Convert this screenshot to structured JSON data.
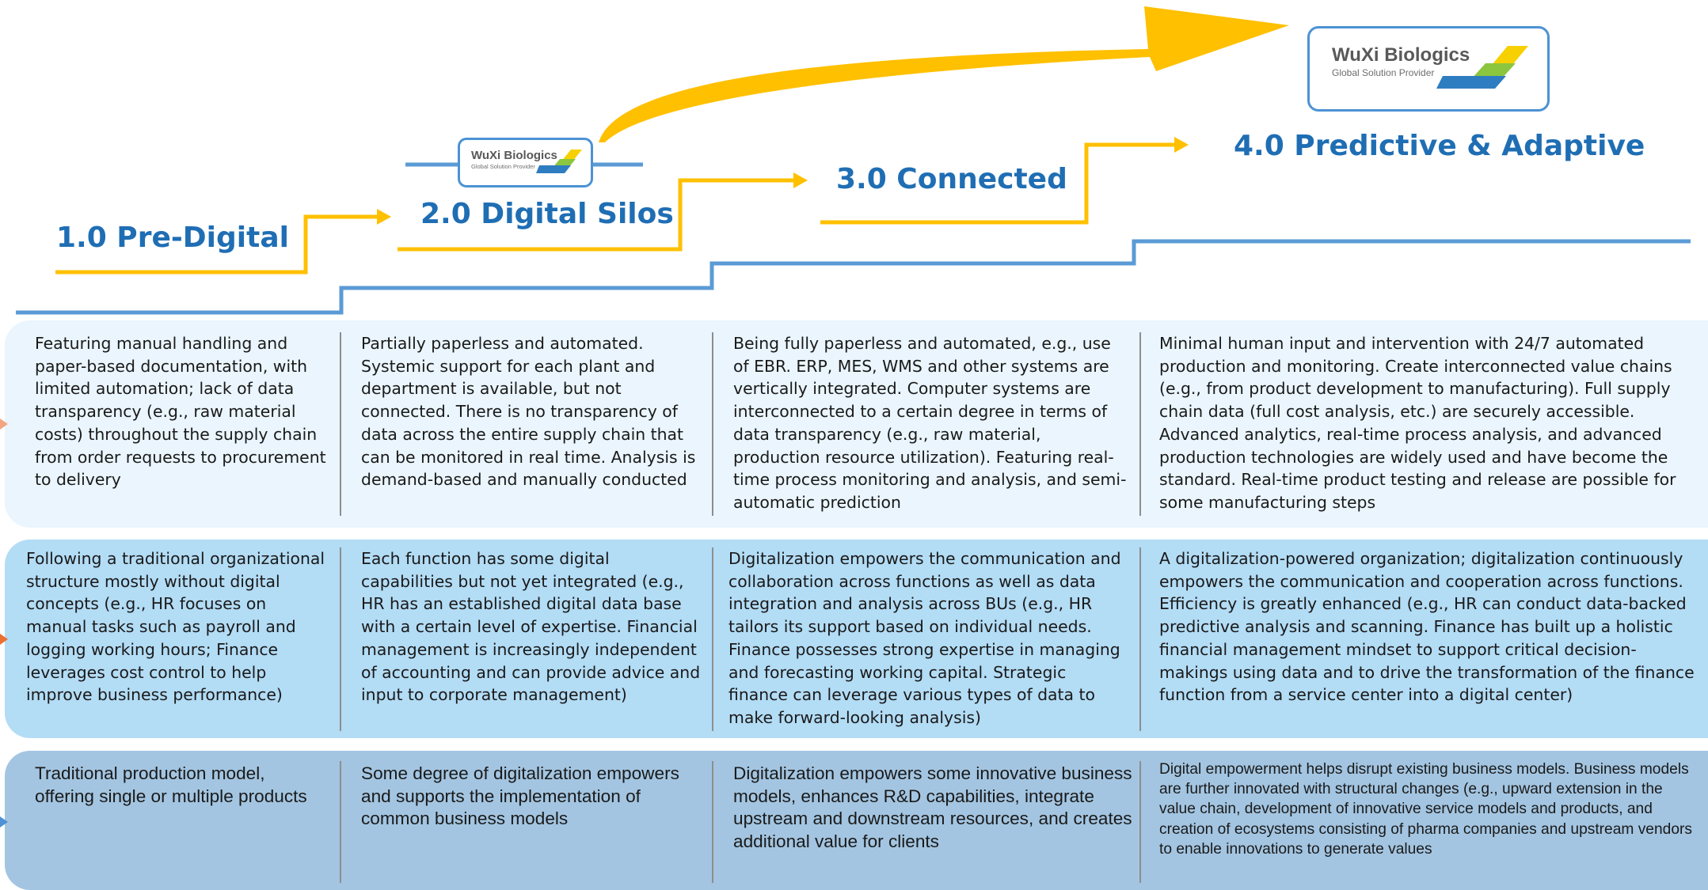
{
  "colors": {
    "accent_blue": "#1f6eb4",
    "step_yellow": "#ffc000",
    "base_blue": "#5b9bd5",
    "band_light": "#eaf5fd",
    "band_mid": "#b3dcf5",
    "band_dark": "#a3c5e1"
  },
  "logo": {
    "name": "WuXi Biologics",
    "tagline": "Global Solution Provider"
  },
  "stages": [
    {
      "title": "1.0 Pre-Digital"
    },
    {
      "title": "2.0 Digital Silos"
    },
    {
      "title": "3.0 Connected"
    },
    {
      "title": "4.0 Predictive & Adaptive"
    }
  ],
  "rows": [
    {
      "cells": [
        "Featuring manual handling and paper-based documentation, with limited automation;  lack of data transparency (e.g., raw material costs) throughout the supply chain from order requests to procurement to delivery",
        "Partially paperless and automated. Systemic support for each plant and department is available, but not connected. There is no transparency of data across the entire supply chain that can be monitored in real time. Analysis is demand-based and manually conducted",
        "Being fully paperless and automated, e.g., use of EBR. ERP, MES, WMS and other systems are vertically integrated. Computer systems are interconnected to a certain degree in terms of data transparency (e.g., raw material, production resource utilization). Featuring real-time process monitoring and analysis, and semi-automatic prediction",
        "Minimal human input and intervention with 24/7 automated production and monitoring. Create interconnected value chains (e.g., from product development to manufacturing). Full supply chain data (full cost analysis, etc.) are securely accessible. Advanced analytics, real-time process analysis, and advanced production technologies are widely used and have become the standard. Real-time product testing and release are possible for some manufacturing steps"
      ]
    },
    {
      "cells": [
        "Following a traditional organizational structure mostly without digital concepts (e.g., HR focuses on manual tasks such as payroll and logging working hours;  Finance leverages cost control to help improve business performance)",
        "Each function has some digital capabilities but not yet integrated (e.g., HR has an established digital data base with a certain level of expertise. Financial management is increasingly independent of accounting and can provide advice and input to corporate management)",
        "Digitalization empowers the communication and collaboration across functions as well as data integration and analysis across BUs (e.g., HR tailors its support based on individual needs. Finance possesses strong expertise in managing and forecasting working capital. Strategic finance can leverage various types of data to make forward-looking analysis)",
        "A digitalization-powered organization; digitalization continuously empowers the communication and cooperation across functions. Efficiency is greatly enhanced (e.g., HR can conduct data-backed predictive analysis and scanning. Finance has built up a holistic financial management mindset to support critical decision-makings using data and to drive the transformation of the finance function from a service center into a digital center)"
      ]
    },
    {
      "cells": [
        "Traditional production model, offering single or multiple products",
        "Some degree of digitalization empowers and supports the implementation of common business models",
        "Digitalization empowers some innovative business models, enhances R&D capabilities, integrate upstream and downstream resources, and creates additional value for clients",
        "Digital empowerment helps disrupt existing business models. Business models are further innovated with structural changes (e.g., upward extension in the value chain, development of innovative service models and products, and creation of ecosystems consisting of pharma companies and upstream vendors to enable innovations to generate values"
      ]
    }
  ]
}
